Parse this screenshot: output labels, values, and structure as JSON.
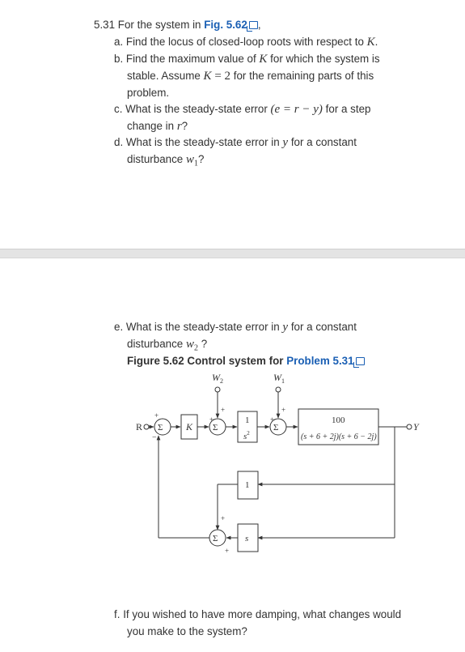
{
  "problem": {
    "number": "5.31",
    "intro_text": "For the system in",
    "fig_link": "Fig. 5.62",
    "comma": ",",
    "a_label": "a.",
    "a_text": "Find the locus of closed-loop roots with respect to",
    "a_var": "K",
    "a_end": ".",
    "b_label": "b.",
    "b_text1": "Find the maximum value of",
    "b_var": "K",
    "b_text2": "for which the system is",
    "b_line2a": "stable. Assume",
    "b_eq_var": "K",
    "b_eq": " = 2",
    "b_line2b": "for the remaining parts of this",
    "b_line3": "problem.",
    "c_label": "c.",
    "c_text1": "What is the steady-state error",
    "c_eq": "(e = r − y)",
    "c_text2": "for a step",
    "c_line2a": "change in",
    "c_var": "r",
    "c_q": "?",
    "d_label": "d.",
    "d_text1": "What is the steady-state error in",
    "d_var": "y",
    "d_text2": "for a constant",
    "d_line2": "disturbance",
    "d_var2": "w",
    "d_sub": "1",
    "d_q": "?",
    "e_label": "e.",
    "e_text1": "What is the steady-state error in",
    "e_var": "y",
    "e_text2": "for a constant",
    "e_line2": "disturbance",
    "e_var2": "w",
    "e_sub": "2",
    "e_q": " ?",
    "f_label": "f.",
    "f_text1": "If you wished to have more damping, what changes would",
    "f_line2": "you make to the system?"
  },
  "figure": {
    "caption_prefix": "Figure 5.62 Control system for",
    "caption_link": "Problem 5.31",
    "w2_label": "W",
    "w2_sub": "2",
    "w1_label": "W",
    "w1_sub": "1",
    "r_label": "R",
    "y_label": "Y",
    "k_block": "K",
    "integrator_num": "1",
    "integrator_den": "s",
    "integrator_den_exp": "2",
    "plant_num": "100",
    "plant_den": "(s + 6 + 2j)(s + 6 − 2j)",
    "feedback_block": "1",
    "s_block": "s",
    "sigma": "Σ",
    "plus": "+",
    "minus": "−"
  }
}
